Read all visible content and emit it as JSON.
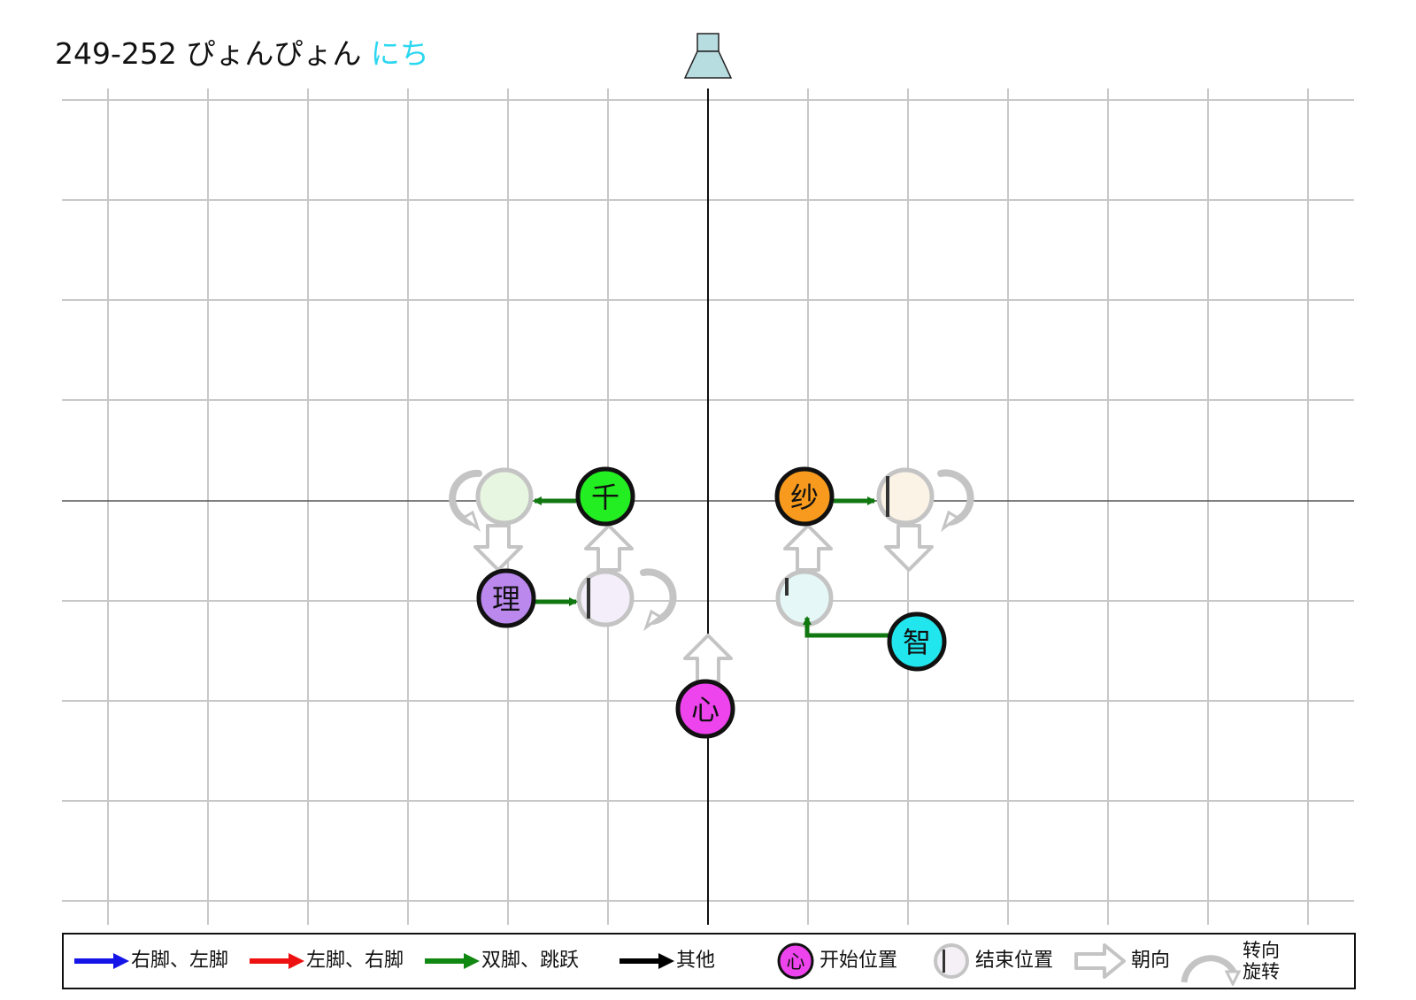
{
  "title": {
    "range": "249-252",
    "phrase": "ぴょんぴょん",
    "count": "にち",
    "count_color": "#2ad7f0"
  },
  "stage_marker": {
    "icon": "stage-speaker-icon"
  },
  "dancers": [
    {
      "name": "千",
      "role": "start",
      "color": "#22ee22"
    },
    {
      "name": "纱",
      "role": "start",
      "color": "#f79a1e"
    },
    {
      "name": "理",
      "role": "start",
      "color": "#bb88ee"
    },
    {
      "name": "心",
      "role": "start",
      "color": "#ee44ee"
    },
    {
      "name": "智",
      "role": "start",
      "color": "#22e6ee"
    }
  ],
  "end_markers": [
    {
      "tint": "#e6f6e0"
    },
    {
      "tint": "#fbf3e6"
    },
    {
      "tint": "#f3eef9"
    },
    {
      "tint": "#e6f7f7"
    }
  ],
  "colors": {
    "move_both": "#117711",
    "grid": "#c8c8c8",
    "axis": "#333333",
    "ghost": "#c4c4c4"
  },
  "legend": {
    "right_left": "右脚、左脚",
    "left_right": "左脚、右脚",
    "both_jump": "双脚、跳跃",
    "other": "其他",
    "start_glyph": "心",
    "start_label": "开始位置",
    "end_label": "结束位置",
    "facing_label": "朝向",
    "turn_label_1": "转向",
    "turn_label_2": "旋转",
    "arrow_colors": {
      "right_left": "#1515e8",
      "left_right": "#ee1111",
      "both_jump": "#118811",
      "other": "#000000"
    }
  }
}
